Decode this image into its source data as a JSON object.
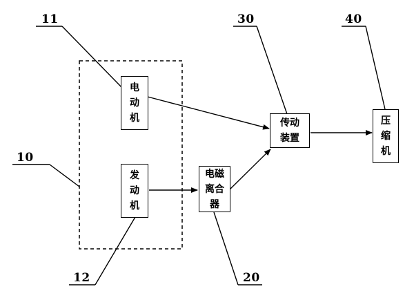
{
  "refs": {
    "r10": "10",
    "r11": "11",
    "r12": "12",
    "r20": "20",
    "r30": "30",
    "r40": "40"
  },
  "boxes": {
    "motor": "电\n动\n机",
    "engine": "发\n动\n机",
    "clutch": "电磁\n离合\n器",
    "transmission": "传动\n装置",
    "compressor": "压\n缩\n机"
  },
  "colors": {
    "line": "#000000",
    "background": "#ffffff"
  }
}
